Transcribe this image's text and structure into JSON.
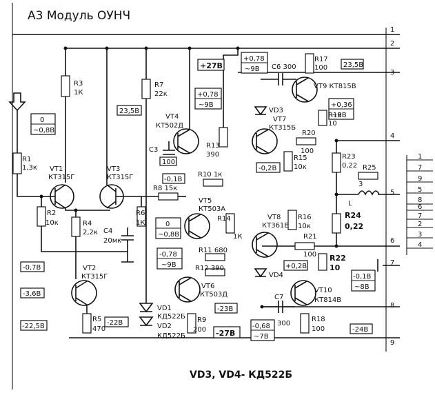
{
  "title": "A3 Модуль ОУНЧ",
  "footnote": "VD3, VD4- КД522Б",
  "connector_pins_top": [
    "1",
    "2",
    "3",
    "4",
    "5",
    "6",
    "7",
    "8",
    "9"
  ],
  "connector_pins_right": [
    "1",
    "7",
    "9",
    "5",
    "8",
    "6",
    "7",
    "2",
    "3",
    "4"
  ],
  "components": {
    "R1": "R1",
    "R1_val": "1,3к",
    "R2": "R2",
    "R2_val": "10к",
    "R3": "R3",
    "R3_val": "1К",
    "R4": "R4",
    "R4_val": "2,2к",
    "R5": "R5",
    "R5_val": "470",
    "R6": "R6",
    "R6_val": "1К",
    "R7": "R7",
    "R7_val": "22к",
    "R8": "R8 15к",
    "R9": "R9",
    "R9_val": "200",
    "R10": "R10 1к",
    "R11": "R11 680",
    "R12": "R12 390",
    "R13": "R13",
    "R13_val": "390",
    "R14": "R14",
    "R14_val": "1К",
    "R15": "R15",
    "R15_val": "10к",
    "R16": "R16",
    "R16_val": "10к",
    "R17": "R17",
    "R17_val": "100",
    "R18": "R18",
    "R18_val": "100",
    "R19": "R19",
    "R19_val": "10",
    "R20": "R20",
    "R20_val": "100",
    "R21": "R21",
    "R21_val": "100",
    "R22": "R22",
    "R22_val": "10",
    "R23": "R23",
    "R23_val": "0,22",
    "R24": "R24",
    "R24_val": "0,22",
    "R25": "R25",
    "R25_val": "3",
    "L": "L",
    "C3": "C3",
    "C3_val": "100",
    "C4": "C4",
    "C4_val": "20мк",
    "C6": "C6 300",
    "C7": "C7",
    "C7_val": "300",
    "VT1": "VT1",
    "VT1_type": "КТ315Г",
    "VT2": "VT2",
    "VT2_type": "КТ315Г",
    "VT3": "VT3",
    "VT3_type": "КТ315Г",
    "VT4": "VT4",
    "VT4_type": "КТ502Д",
    "VT5": "VT5",
    "VT5_type": "КТ503А",
    "VT6": "VT6",
    "VT6_type": "КТ503Д",
    "VT7": "VT7",
    "VT7_type": "КТ315Б",
    "VT8": "VT8",
    "VT8_type": "КТ361Е",
    "VT9": "VT9 КТ815В",
    "VT10": "VT10",
    "VT10_type": "КТ814В",
    "VD1": "VD1",
    "VD1_type": "КД522Б",
    "VD2": "VD2",
    "VD2_type": "КД522Б",
    "VD3": "VD3",
    "VD4": "VD4"
  },
  "voltages": {
    "in_dc": "0",
    "in_ac": "~0,8В",
    "vt1_e": "-0,7В",
    "vt2_b": "-3,6В",
    "vt2_e": "-22,5В",
    "vt4_b": "23,5В",
    "vt5_b_dc": "0",
    "vt5_b_ac": "~0,8В",
    "vt4_c_dc": "+0,78",
    "vt4_c_ac": "~9В",
    "vt5_top": "-0,1В",
    "vt6_b_dc": "-0,78",
    "vt6_b_ac": "~9В",
    "vd1_a": "-22В",
    "vt6_e": "-23В",
    "rail_neg": "-27В",
    "rail_pos": "+27В",
    "vt7_b_dc": "+0,78",
    "vt7_b_ac": "~9В",
    "vt9_c": "23,5В",
    "vt9_e_dc": "+0,36",
    "vt9_e_ac": "~8В",
    "vt7_e": "-0,2В",
    "vt8_e": "+0,2В",
    "vt10_b_dc": "-0,68",
    "vt10_b_ac": "~7В",
    "vt10_e_dc": "-0,1В",
    "vt10_e_ac": "~8В",
    "vt10_c": "-24В"
  }
}
